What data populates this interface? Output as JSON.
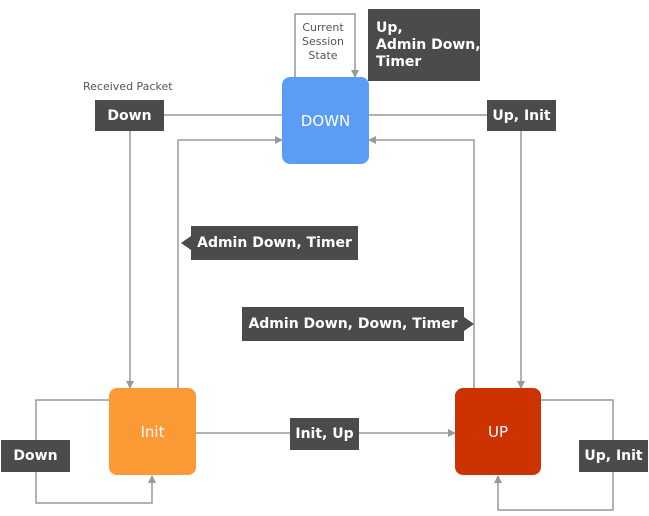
{
  "states": {
    "down": {
      "label": "DOWN",
      "color": "#5b9cf6"
    },
    "init": {
      "label": "Init",
      "color": "#fb9a35"
    },
    "up": {
      "label": "UP",
      "color": "#cc3300"
    }
  },
  "captions": {
    "received_packet": "Received Packet",
    "current_state": [
      "Current",
      "Session",
      "State"
    ]
  },
  "labels": {
    "down_self": [
      "Up,",
      "Admin Down,",
      "Timer"
    ],
    "down_to_init": "Down",
    "down_to_up": "Up, Init",
    "init_to_down": "Admin Down, Timer",
    "up_to_down": "Admin Down, Down, Timer",
    "init_self": "Down",
    "init_to_up": "Init, Up",
    "up_self": "Up, Init"
  },
  "colors": {
    "label_bg": "#4b4b4b",
    "arrow": "#999999"
  }
}
